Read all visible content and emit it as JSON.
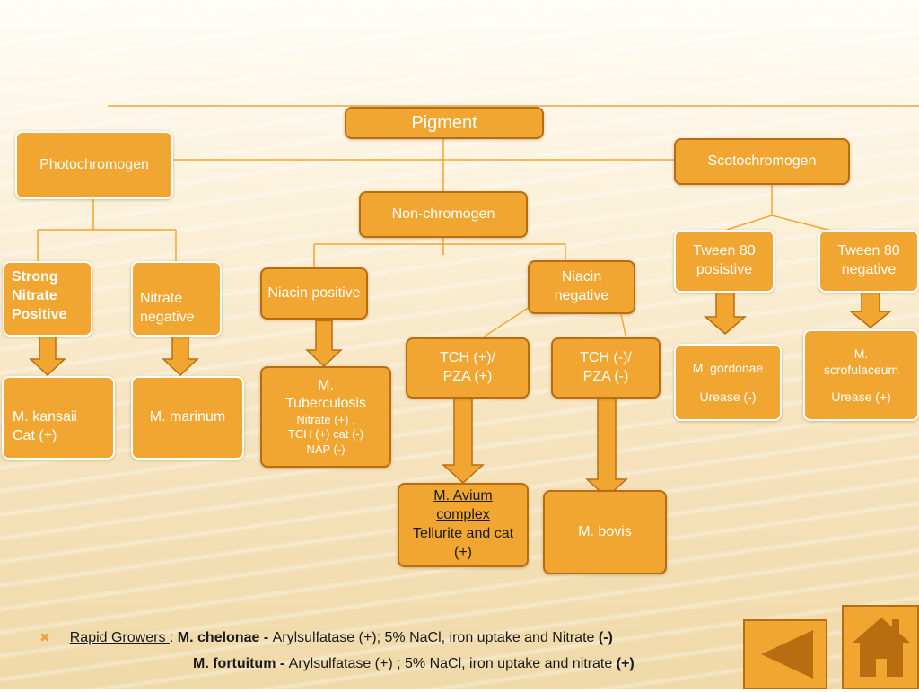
{
  "diagram": {
    "root": "Pigment",
    "photochromogen": {
      "label": "Photochromogen",
      "child_a": "Strong Nitrate Positive",
      "child_a_result": {
        "name": "M. kansaii",
        "detail": "Cat (+)"
      },
      "child_b": "Nitrate negative",
      "child_b_result": "M. marinum"
    },
    "nonchromogen": {
      "label": "Non-chromogen",
      "niacin_pos": "Niacin positive",
      "niacin_pos_result": {
        "name": "M. Tuberculosis",
        "line2": "Nitrate (+) ,",
        "line3": "TCH (+) cat (-)",
        "line4": "NAP (-)"
      },
      "niacin_neg": "Niacin negative",
      "tch_pos": "TCH (+)/ PZA (+)",
      "tch_pos_result": {
        "name": "M. Avium complex",
        "detail": "Tellurite and cat (+)"
      },
      "tch_neg": "TCH (-)/ PZA (-)",
      "tch_neg_result": "M. bovis"
    },
    "scotochromogen": {
      "label": "Scotochromogen",
      "tween_pos": "Tween 80 posistive",
      "tween_pos_result": {
        "name": "M. gordonae",
        "detail": "Urease (-)"
      },
      "tween_neg": "Tween 80 negative",
      "tween_neg_result": {
        "name": "M. scrofulaceum",
        "detail": "Urease (+)"
      }
    }
  },
  "footer": {
    "bullet_icon": "x-bullet",
    "rapid_label": "Rapid Growers ",
    "line1_org": "M. chelonae - ",
    "line1_text": " Arylsulfatase (+);  5% NaCl, iron uptake and Nitrate ",
    "line1_end": "(-)",
    "line2_org": "M. fortuitum - ",
    "line2_text": " Arylsulfatase (+) ;  5% NaCl, iron uptake and nitrate ",
    "line2_end": "(+)"
  },
  "nav": {
    "back_icon": "back-arrow-icon",
    "home_icon": "home-icon"
  },
  "colors": {
    "box": "#f0a630",
    "border": "#ffffff",
    "line": "#f0a630",
    "arrow": "#f0a630"
  }
}
